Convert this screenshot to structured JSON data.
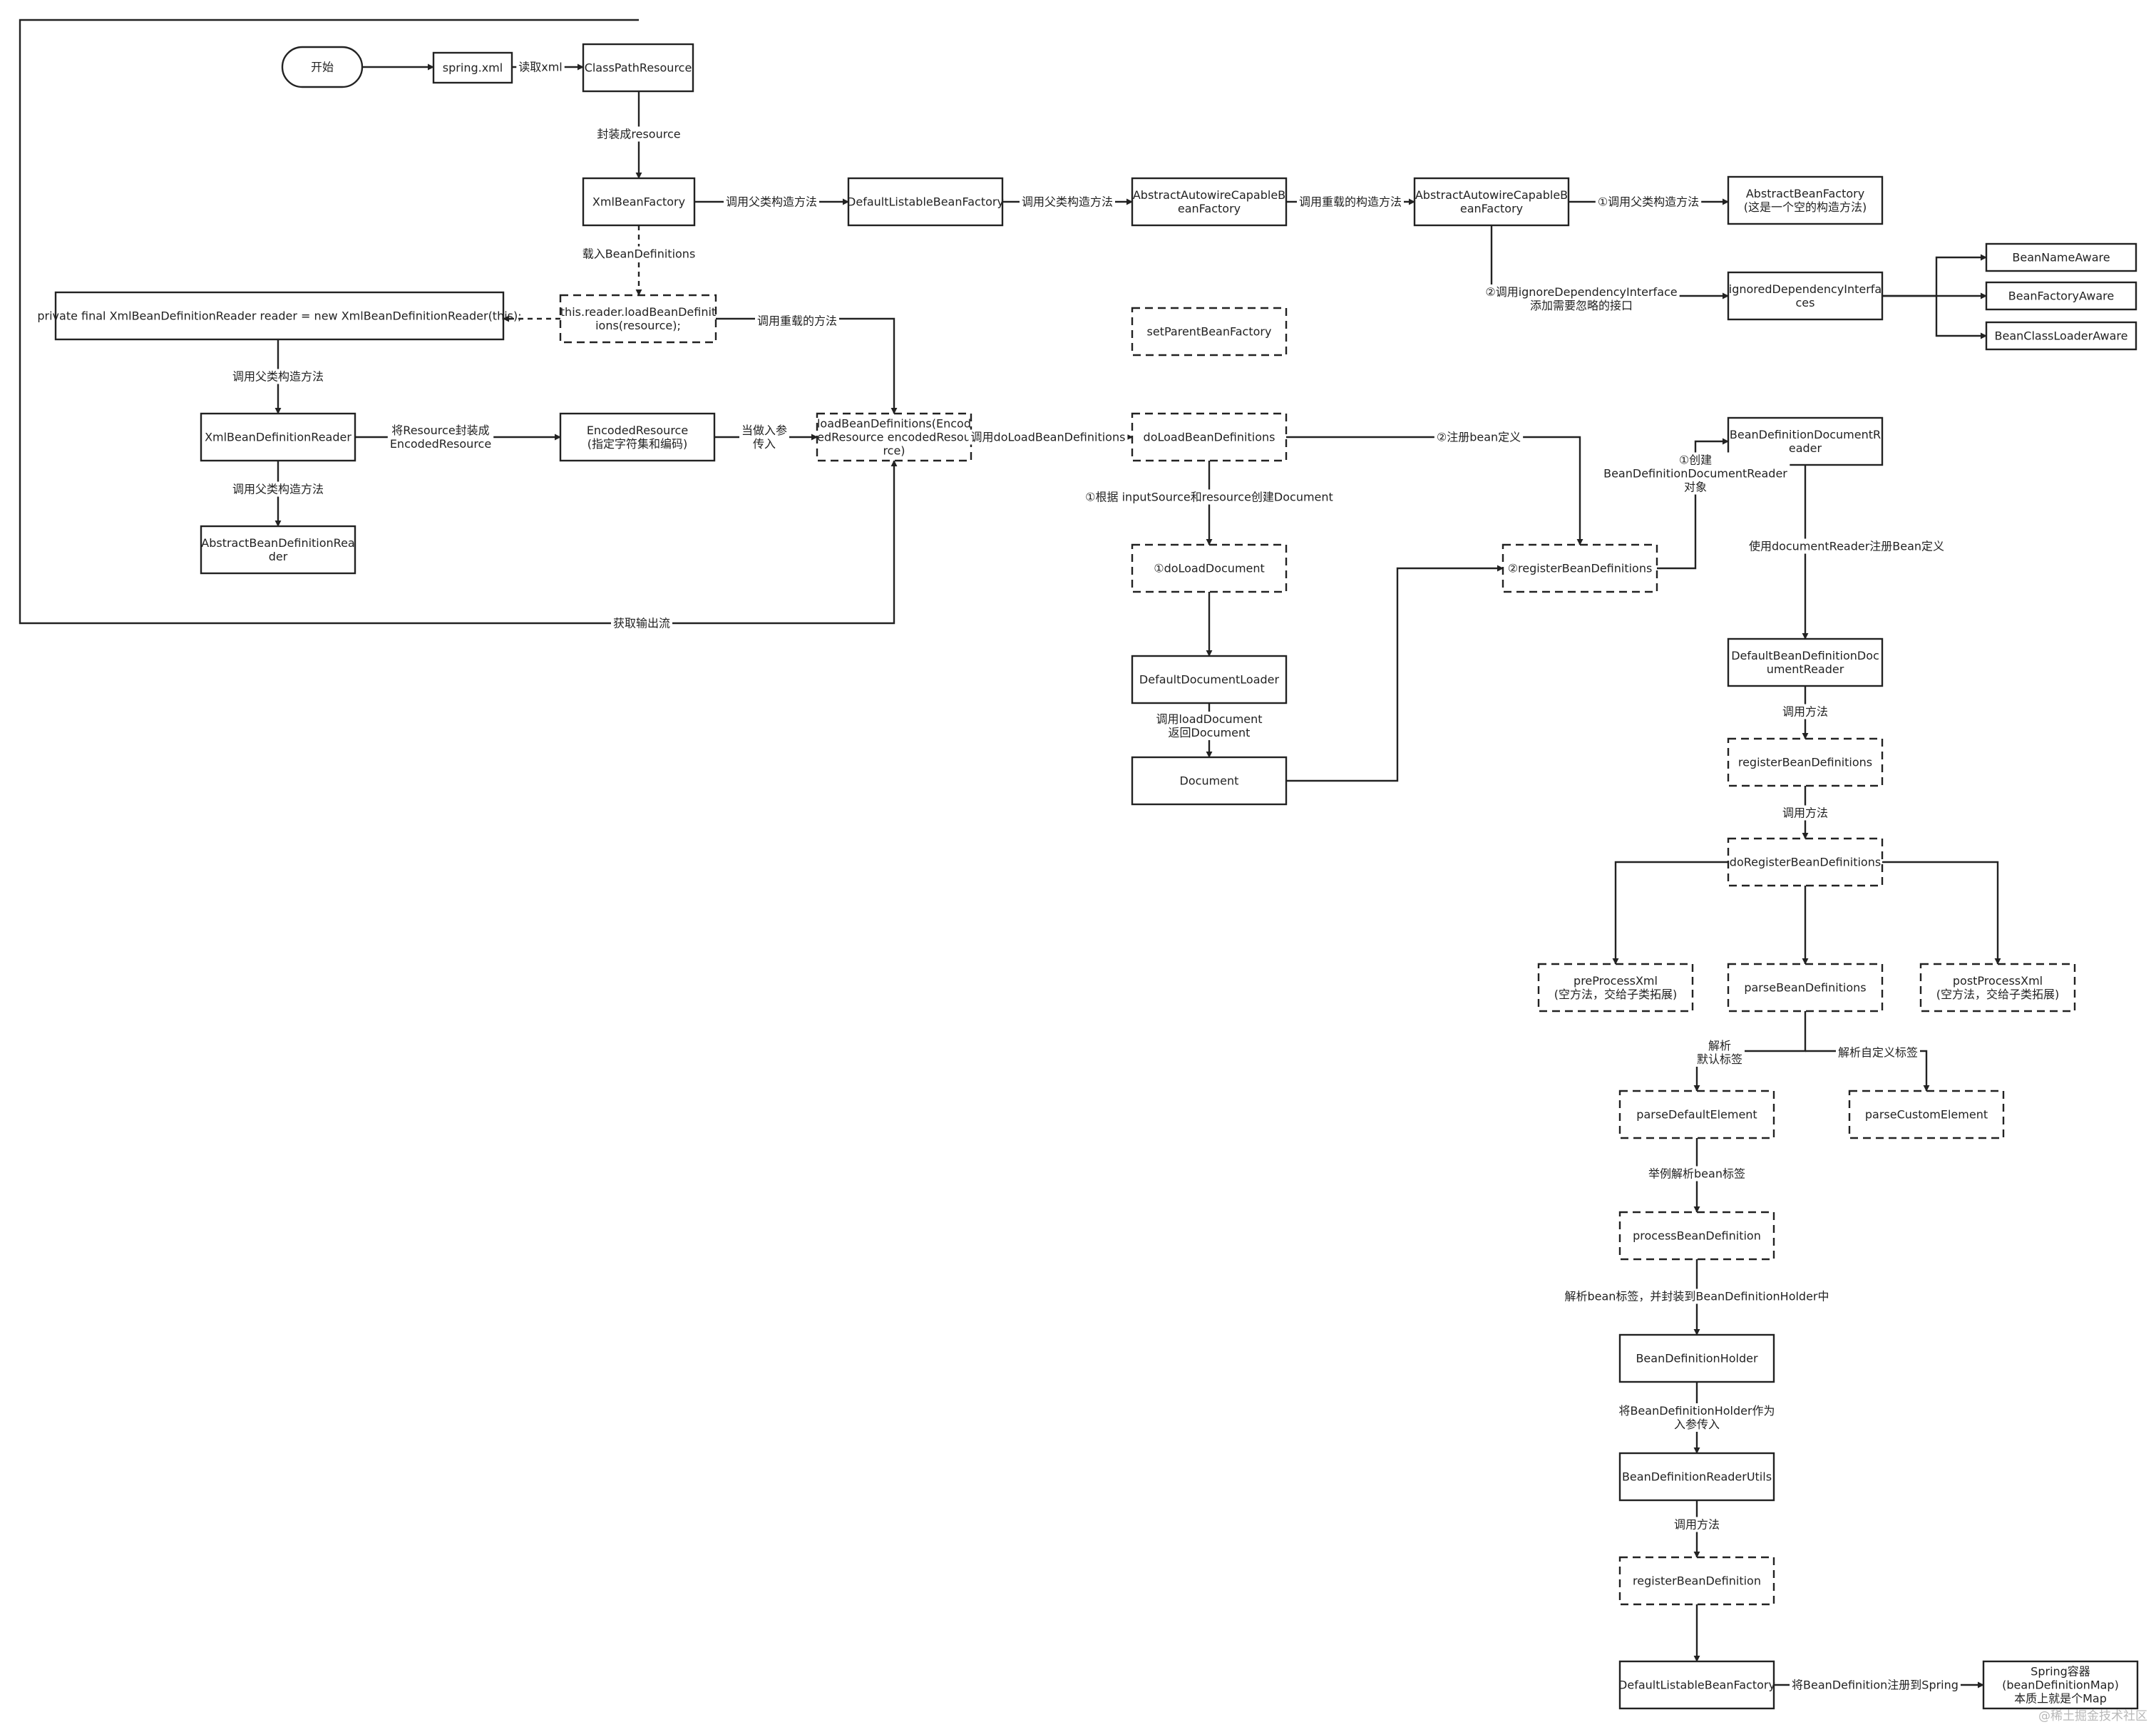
{
  "diagram": {
    "nodes": [
      {
        "id": "start",
        "lines": [
          "开始"
        ],
        "style": "terminal"
      },
      {
        "id": "spring_xml",
        "lines": [
          "spring.xml"
        ],
        "style": "solid"
      },
      {
        "id": "classpath",
        "lines": [
          "ClassPathResource"
        ],
        "style": "solid"
      },
      {
        "id": "xmlbf",
        "lines": [
          "XmlBeanFactory"
        ],
        "style": "solid"
      },
      {
        "id": "dlbf",
        "lines": [
          "DefaultListableBeanFactory"
        ],
        "style": "solid"
      },
      {
        "id": "aacbf1",
        "lines": [
          "AbstractAutowireCapableB",
          "eanFactory"
        ],
        "style": "solid"
      },
      {
        "id": "aacbf2",
        "lines": [
          "AbstractAutowireCapableB",
          "eanFactory"
        ],
        "style": "solid"
      },
      {
        "id": "abf",
        "lines": [
          "AbstractBeanFactory",
          "(这是一个空的构造方法)"
        ],
        "style": "solid"
      },
      {
        "id": "beanname",
        "lines": [
          "BeanNameAware"
        ],
        "style": "solid"
      },
      {
        "id": "beanfactoryaware",
        "lines": [
          "BeanFactoryAware"
        ],
        "style": "solid"
      },
      {
        "id": "beanclassloader",
        "lines": [
          "BeanClassLoaderAware"
        ],
        "style": "solid"
      },
      {
        "id": "ignored",
        "lines": [
          "ignoredDependencyInterfa",
          "ces"
        ],
        "style": "solid"
      },
      {
        "id": "setparent",
        "lines": [
          "setParentBeanFactory"
        ],
        "style": "dashed"
      },
      {
        "id": "private",
        "lines": [
          "private final XmlBeanDefinitionReader reader = new XmlBeanDefinitionReader(this);"
        ],
        "style": "solid"
      },
      {
        "id": "thisreader",
        "lines": [
          "this.reader.loadBeanDefinit",
          "ions(resource);"
        ],
        "style": "dashed"
      },
      {
        "id": "xbdr",
        "lines": [
          "XmlBeanDefinitionReader"
        ],
        "style": "solid"
      },
      {
        "id": "encoded",
        "lines": [
          "EncodedResource",
          "(指定字符集和编码)"
        ],
        "style": "solid"
      },
      {
        "id": "loadbd",
        "lines": [
          "loadBeanDefinitions(Encod",
          "edResource encodedResou",
          "rce)"
        ],
        "style": "dashed"
      },
      {
        "id": "abdr",
        "lines": [
          "AbstractBeanDefinitionRea",
          "der"
        ],
        "style": "solid"
      },
      {
        "id": "doloadbd",
        "lines": [
          "doLoadBeanDefinitions"
        ],
        "style": "dashed"
      },
      {
        "id": "doloaddoc",
        "lines": [
          "①doLoadDocument"
        ],
        "style": "dashed"
      },
      {
        "id": "ddl",
        "lines": [
          "DefaultDocumentLoader"
        ],
        "style": "solid"
      },
      {
        "id": "document",
        "lines": [
          "Document"
        ],
        "style": "solid"
      },
      {
        "id": "registerbds",
        "lines": [
          "②registerBeanDefinitions"
        ],
        "style": "dashed"
      },
      {
        "id": "bddr",
        "lines": [
          "BeanDefinitionDocumentR",
          "eader"
        ],
        "style": "solid"
      },
      {
        "id": "dbddr",
        "lines": [
          "DefaultBeanDefinitionDoc",
          "umentReader"
        ],
        "style": "solid"
      },
      {
        "id": "regbd2",
        "lines": [
          "registerBeanDefinitions"
        ],
        "style": "dashed"
      },
      {
        "id": "doreg",
        "lines": [
          "doRegisterBeanDefinitions"
        ],
        "style": "dashed"
      },
      {
        "id": "preprocess",
        "lines": [
          "preProcessXml",
          "(空方法，交给子类拓展)"
        ],
        "style": "dashed"
      },
      {
        "id": "parsebds",
        "lines": [
          "parseBeanDefinitions"
        ],
        "style": "dashed"
      },
      {
        "id": "postprocess",
        "lines": [
          "postProcessXml",
          "(空方法，交给子类拓展)"
        ],
        "style": "dashed"
      },
      {
        "id": "parsedefault",
        "lines": [
          "parseDefaultElement"
        ],
        "style": "dashed"
      },
      {
        "id": "parsecustom",
        "lines": [
          "parseCustomElement"
        ],
        "style": "dashed"
      },
      {
        "id": "processbd",
        "lines": [
          "processBeanDefinition"
        ],
        "style": "dashed"
      },
      {
        "id": "bdholder",
        "lines": [
          "BeanDefinitionHolder"
        ],
        "style": "solid"
      },
      {
        "id": "bdreaderutils",
        "lines": [
          "BeanDefinitionReaderUtils"
        ],
        "style": "solid"
      },
      {
        "id": "registerbd",
        "lines": [
          "registerBeanDefinition"
        ],
        "style": "dashed"
      },
      {
        "id": "dlbf2",
        "lines": [
          "DefaultListableBeanFactory"
        ],
        "style": "solid"
      },
      {
        "id": "springcontainer",
        "lines": [
          "Spring容器",
          "(beanDefinitionMap)",
          "本质上就是个Map"
        ],
        "style": "solid"
      }
    ],
    "edges": [
      {
        "id": "e1",
        "label": []
      },
      {
        "id": "e2",
        "label": [
          "读取xml"
        ]
      },
      {
        "id": "e3",
        "label": [
          "封装成resource"
        ]
      },
      {
        "id": "e4",
        "label": [
          "调用父类构造方法"
        ]
      },
      {
        "id": "e5",
        "label": [
          "调用父类构造方法"
        ]
      },
      {
        "id": "e6",
        "label": [
          "调用重载的构造方法"
        ]
      },
      {
        "id": "e7",
        "label": [
          "①调用父类构造方法"
        ]
      },
      {
        "id": "e8",
        "label": []
      },
      {
        "id": "e9",
        "label": [
          "②调用ignoreDependencyInterface",
          "添加需要忽略的接口"
        ]
      },
      {
        "id": "e10",
        "label": []
      },
      {
        "id": "e11",
        "label": []
      },
      {
        "id": "e12",
        "label": []
      },
      {
        "id": "e13",
        "label": [
          "载入BeanDefinitions"
        ],
        "dashed": true
      },
      {
        "id": "e14",
        "label": [],
        "dashed": true
      },
      {
        "id": "e15",
        "label": [
          "调用重载的方法"
        ]
      },
      {
        "id": "e16",
        "label": [
          "调用父类构造方法"
        ]
      },
      {
        "id": "e17",
        "label": [
          "将Resource封装成",
          "EncodedResource"
        ]
      },
      {
        "id": "e18",
        "label": [
          "调用父类构造方法"
        ]
      },
      {
        "id": "e19",
        "label": [
          "当做入参",
          "传入"
        ]
      },
      {
        "id": "e20",
        "label": [
          "调用doLoadBeanDefinitions"
        ]
      },
      {
        "id": "e21",
        "label": [
          "获取输出流"
        ]
      },
      {
        "id": "e22",
        "label": [
          "①根据 inputSource和resource创建Document"
        ]
      },
      {
        "id": "e23",
        "label": [
          "②注册bean定义"
        ]
      },
      {
        "id": "e24",
        "label": []
      },
      {
        "id": "e25",
        "label": [
          "调用loadDocument",
          "返回Document"
        ]
      },
      {
        "id": "e26",
        "label": []
      },
      {
        "id": "e27",
        "label": [
          "①创建",
          "BeanDefinitionDocumentReader",
          "对象"
        ]
      },
      {
        "id": "e28",
        "label": [
          "使用documentReader注册Bean定义"
        ]
      },
      {
        "id": "e29",
        "label": [
          "调用方法"
        ]
      },
      {
        "id": "e30",
        "label": [
          "调用方法"
        ]
      },
      {
        "id": "e31",
        "label": []
      },
      {
        "id": "e32",
        "label": []
      },
      {
        "id": "e33",
        "label": []
      },
      {
        "id": "e34",
        "label": [
          "解析",
          "默认标签"
        ]
      },
      {
        "id": "e35",
        "label": [
          "解析自定义标签"
        ]
      },
      {
        "id": "e36",
        "label": [
          "举例解析bean标签"
        ]
      },
      {
        "id": "e37",
        "label": [
          "解析bean标签，并封装到BeanDefinitionHolder中"
        ]
      },
      {
        "id": "e38",
        "label": [
          "将BeanDefinitionHolder作为",
          "入参传入"
        ]
      },
      {
        "id": "e39",
        "label": [
          "调用方法"
        ]
      },
      {
        "id": "e40",
        "label": []
      },
      {
        "id": "e41",
        "label": [
          "将BeanDefinition注册到Spring"
        ]
      }
    ]
  },
  "watermark": "@稀土掘金技术社区"
}
